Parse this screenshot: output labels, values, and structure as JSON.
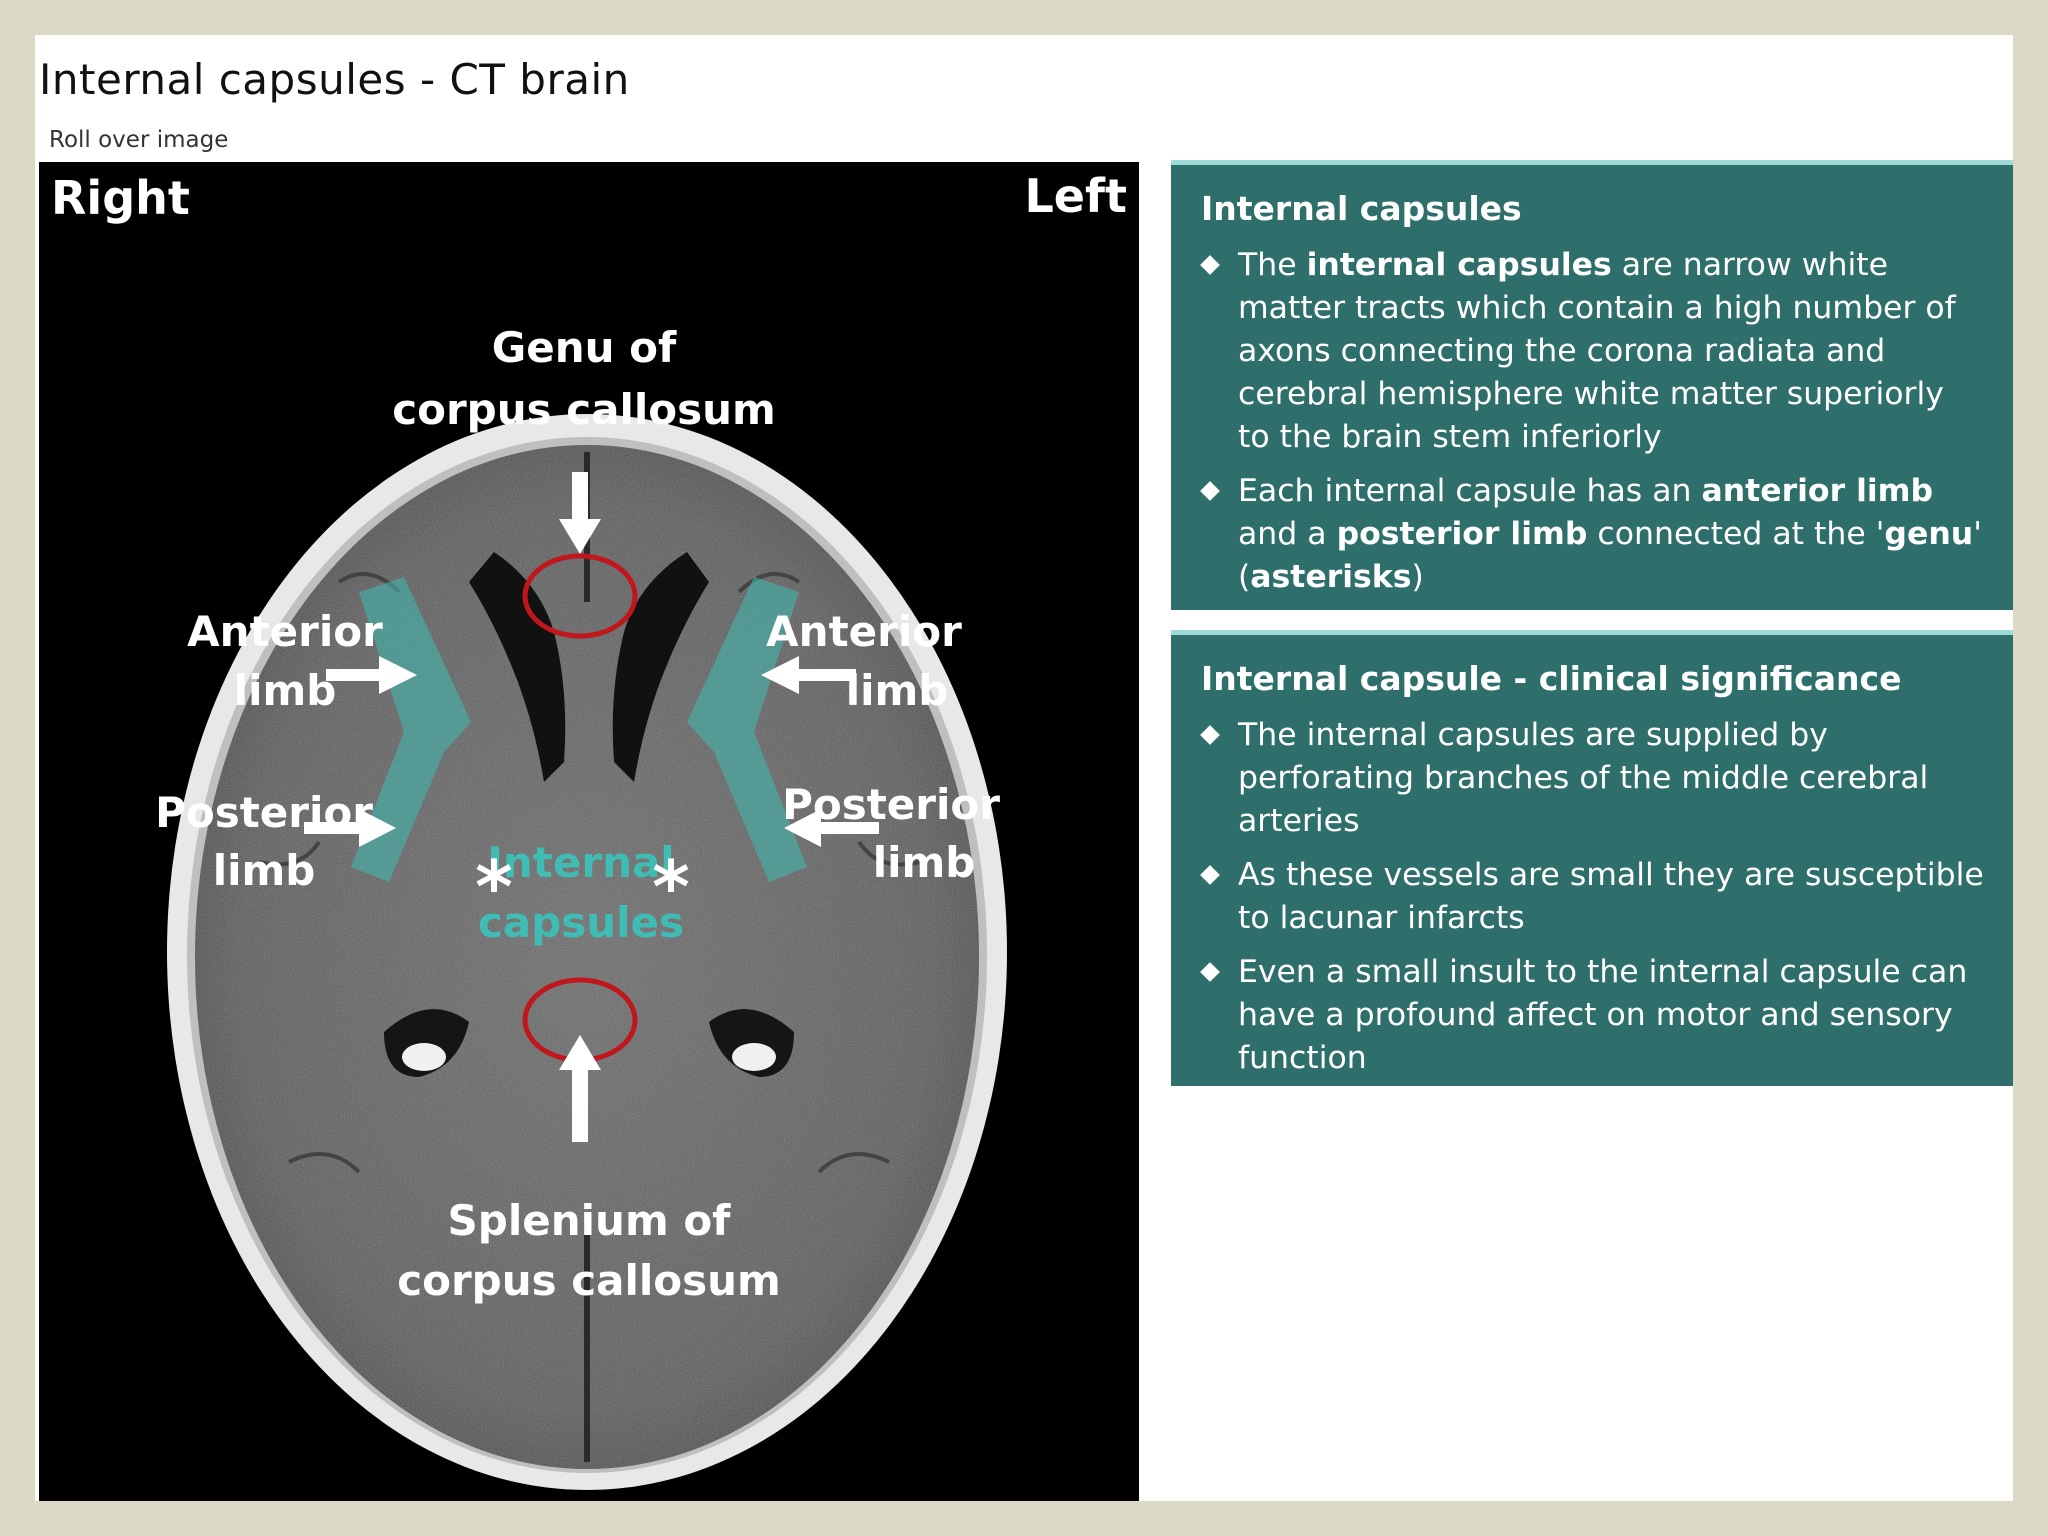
{
  "title": "Internal capsules - CT brain",
  "instruction": "Roll over image",
  "image": {
    "orientation": {
      "right": "Right",
      "left": "Left"
    },
    "labels": {
      "genu_line1": "Genu of",
      "genu_line2": "corpus callosum",
      "anterior_right_line1": "Anterior",
      "anterior_right_line2": "limb",
      "anterior_left_line1": "Anterior",
      "anterior_left_line2": "limb",
      "posterior_right_line1": "Posterior",
      "posterior_right_line2": "limb",
      "posterior_left_line1": "Posterior",
      "posterior_left_line2": "limb",
      "internal_line1": "Internal",
      "internal_line2": "capsules",
      "splenium_line1": "Splenium of",
      "splenium_line2": "corpus callosum",
      "asterisk": "*"
    },
    "colors": {
      "highlight": "#3fbcb4",
      "circle": "#c0161c",
      "arrow": "#ffffff"
    }
  },
  "box1": {
    "title": "Internal capsules",
    "bullets": [
      {
        "p1": "The ",
        "b1": "internal capsules",
        "p2": " are narrow white matter tracts which contain a high number of axons connecting the corona radiata and cerebral hemisphere white matter superiorly to the brain stem inferiorly"
      },
      {
        "p1": "Each internal capsule has an ",
        "b1": "anterior limb",
        "p2": " and a ",
        "b2": "posterior limb",
        "p3": " connected at the '",
        "b3": "genu",
        "p4": "' (",
        "b4": "asterisks",
        "p5": ")"
      }
    ]
  },
  "box2": {
    "title": "Internal capsule - clinical significance",
    "bullets": [
      "The internal capsules are supplied by perforating branches of the middle cerebral arteries",
      "As these vessels are small they are susceptible to lacunar infarcts",
      "Even a small insult to the internal capsule can have a profound affect on motor and sensory function"
    ]
  },
  "colors": {
    "background": "#dcd9c6",
    "panel": "#2e6f6b"
  }
}
